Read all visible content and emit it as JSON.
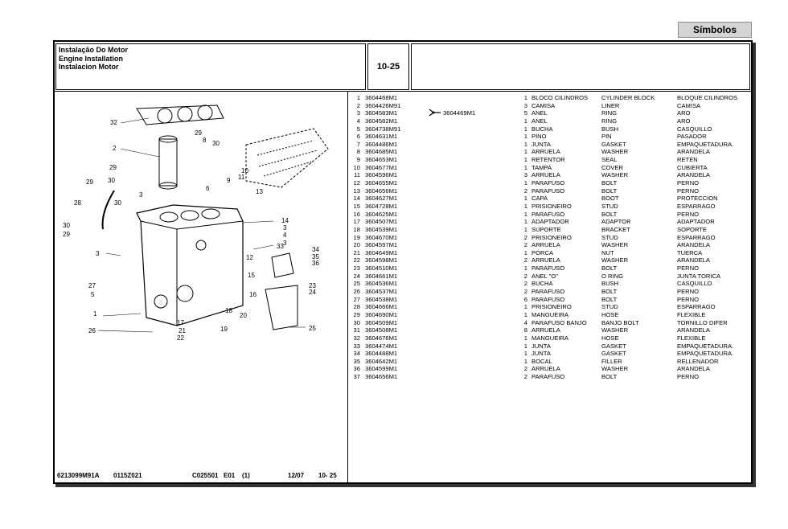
{
  "symbols_button": "Símbolos",
  "header": {
    "title_pt": "Instalação Do Motor",
    "title_en": "Engine Installation",
    "title_es": "Instalacion Motor",
    "page": "10-25"
  },
  "substitute_part": "3604469M1",
  "footer": {
    "doc_number": "6213099M91A",
    "code": "0115Z021",
    "ref": "C025501",
    "edition": "E01",
    "revision": "(1)",
    "date": "12/07",
    "page": "10- 25"
  },
  "diagram_callouts": [
    "32",
    "2",
    "29",
    "8",
    "30",
    "29",
    "30",
    "28",
    "30",
    "29",
    "6",
    "9",
    "11",
    "13",
    "3",
    "10",
    "30",
    "29",
    "14",
    "3",
    "4",
    "3",
    "33",
    "34",
    "35",
    "36",
    "3",
    "12",
    "15",
    "27",
    "5",
    "16",
    "23",
    "24",
    "1",
    "18",
    "20",
    "17",
    "21",
    "19",
    "26",
    "22",
    "25"
  ],
  "parts": [
    {
      "n": "1",
      "part": "3604468M1",
      "qty": "1",
      "pt": "BLOCO CILINDROS",
      "en": "CYLINDER BLOCK",
      "es": "BLOQUE CILINDROS"
    },
    {
      "n": "2",
      "part": "3604426M91",
      "qty": "3",
      "pt": "CAMISA",
      "en": "LINER",
      "es": "CAMISA"
    },
    {
      "n": "3",
      "part": "3604583M1",
      "qty": "5",
      "pt": "ANEL",
      "en": "RING",
      "es": "ARO"
    },
    {
      "n": "4",
      "part": "3604582M1",
      "qty": "1",
      "pt": "ANEL",
      "en": "RING",
      "es": "ARO"
    },
    {
      "n": "5",
      "part": "3604738M91",
      "qty": "1",
      "pt": "BUCHA",
      "en": "BUSH",
      "es": "CASQUILLO"
    },
    {
      "n": "6",
      "part": "3604631M1",
      "qty": "1",
      "pt": "PINO",
      "en": "PIN",
      "es": "PASADOR"
    },
    {
      "n": "7",
      "part": "3604486M1",
      "qty": "1",
      "pt": "JUNTA",
      "en": "GASKET",
      "es": "EMPAQUETADURA."
    },
    {
      "n": "8",
      "part": "3604685M1",
      "qty": "1",
      "pt": "ARRUELA",
      "en": "WASHER",
      "es": "ARANDELA"
    },
    {
      "n": "9",
      "part": "3604653M1",
      "qty": "1",
      "pt": "RETENTOR",
      "en": "SEAL",
      "es": "RETEN"
    },
    {
      "n": "10",
      "part": "3604677M1",
      "qty": "1",
      "pt": "TAMPA",
      "en": "COVER",
      "es": "CUBIERTA"
    },
    {
      "n": "11",
      "part": "3604596M1",
      "qty": "3",
      "pt": "ARRUELA",
      "en": "WASHER",
      "es": "ARANDELA"
    },
    {
      "n": "12",
      "part": "3604655M1",
      "qty": "1",
      "pt": "PARAFUSO",
      "en": "BOLT",
      "es": "PERNO"
    },
    {
      "n": "13",
      "part": "3604656M1",
      "qty": "2",
      "pt": "PARAFUSO",
      "en": "BOLT",
      "es": "PERNO"
    },
    {
      "n": "14",
      "part": "3604627M1",
      "qty": "1",
      "pt": "CAPA",
      "en": "BOOT",
      "es": "PROTECCION"
    },
    {
      "n": "15",
      "part": "3604728M1",
      "qty": "1",
      "pt": "PRISIONEIRO",
      "en": "STUD",
      "es": "ESPARRAGO"
    },
    {
      "n": "16",
      "part": "3604625M1",
      "qty": "1",
      "pt": "PARAFUSO",
      "en": "BOLT",
      "es": "PERNO"
    },
    {
      "n": "17",
      "part": "3604507M1",
      "qty": "1",
      "pt": "ADAPTADOR",
      "en": "ADAPTOR",
      "es": "ADAPTADOR"
    },
    {
      "n": "18",
      "part": "3604539M1",
      "qty": "1",
      "pt": "SUPORTE",
      "en": "BRACKET",
      "es": "SOPORTE"
    },
    {
      "n": "19",
      "part": "3604670M1",
      "qty": "2",
      "pt": "PRISIONEIRO",
      "en": "STUD",
      "es": "ESPARRAGO"
    },
    {
      "n": "20",
      "part": "3604597M1",
      "qty": "2",
      "pt": "ARRUELA",
      "en": "WASHER",
      "es": "ARANDELA"
    },
    {
      "n": "21",
      "part": "3604649M1",
      "qty": "1",
      "pt": "PORCA",
      "en": "NUT",
      "es": "TUERCA"
    },
    {
      "n": "22",
      "part": "3604598M1",
      "qty": "2",
      "pt": "ARRUELA",
      "en": "WASHER",
      "es": "ARANDELA"
    },
    {
      "n": "23",
      "part": "3604510M1",
      "qty": "1",
      "pt": "PARAFUSO",
      "en": "BOLT",
      "es": "PERNO"
    },
    {
      "n": "24",
      "part": "3604661M1",
      "qty": "2",
      "pt": "ANEL \"O\"",
      "en": "O RING",
      "es": "JUNTA TORICA"
    },
    {
      "n": "25",
      "part": "3604536M1",
      "qty": "2",
      "pt": "BUCHA",
      "en": "BUSH",
      "es": "CASQUILLO"
    },
    {
      "n": "26",
      "part": "3604537M1",
      "qty": "2",
      "pt": "PARAFUSO",
      "en": "BOLT",
      "es": "PERNO"
    },
    {
      "n": "27",
      "part": "3604538M1",
      "qty": "6",
      "pt": "PARAFUSO",
      "en": "BOLT",
      "es": "PERNO"
    },
    {
      "n": "28",
      "part": "3604666M1",
      "qty": "1",
      "pt": "PRISIONEIRO",
      "en": "STUD",
      "es": "ESPARRAGO"
    },
    {
      "n": "29",
      "part": "3604690M1",
      "qty": "1",
      "pt": "MANGUEIRA",
      "en": "HOSE",
      "es": "FLEXIBLE"
    },
    {
      "n": "30",
      "part": "3604509M1",
      "qty": "4",
      "pt": "PARAFUSO BANJO",
      "en": "BANJO BOLT",
      "es": "TORNILLO DIFER"
    },
    {
      "n": "31",
      "part": "3604508M1",
      "qty": "8",
      "pt": "ARRUELA",
      "en": "WASHER",
      "es": "ARANDELA"
    },
    {
      "n": "32",
      "part": "3604676M1",
      "qty": "1",
      "pt": "MANGUEIRA",
      "en": "HOSE",
      "es": "FLEXIBLE"
    },
    {
      "n": "33",
      "part": "3604474M1",
      "qty": "1",
      "pt": "JUNTA",
      "en": "GASKET",
      "es": "EMPAQUETADURA."
    },
    {
      "n": "34",
      "part": "3604488M1",
      "qty": "1",
      "pt": "JUNTA",
      "en": "GASKET",
      "es": "EMPAQUETADURA."
    },
    {
      "n": "35",
      "part": "3604642M1",
      "qty": "1",
      "pt": "BOCAL",
      "en": "FILLER",
      "es": "RELLENADOR"
    },
    {
      "n": "36",
      "part": "3604599M1",
      "qty": "2",
      "pt": "ARRUELA",
      "en": "WASHER",
      "es": "ARANDELA"
    },
    {
      "n": "37",
      "part": "3604656M1",
      "qty": "2",
      "pt": "PARAFUSO",
      "en": "BOLT",
      "es": "PERNO"
    }
  ]
}
